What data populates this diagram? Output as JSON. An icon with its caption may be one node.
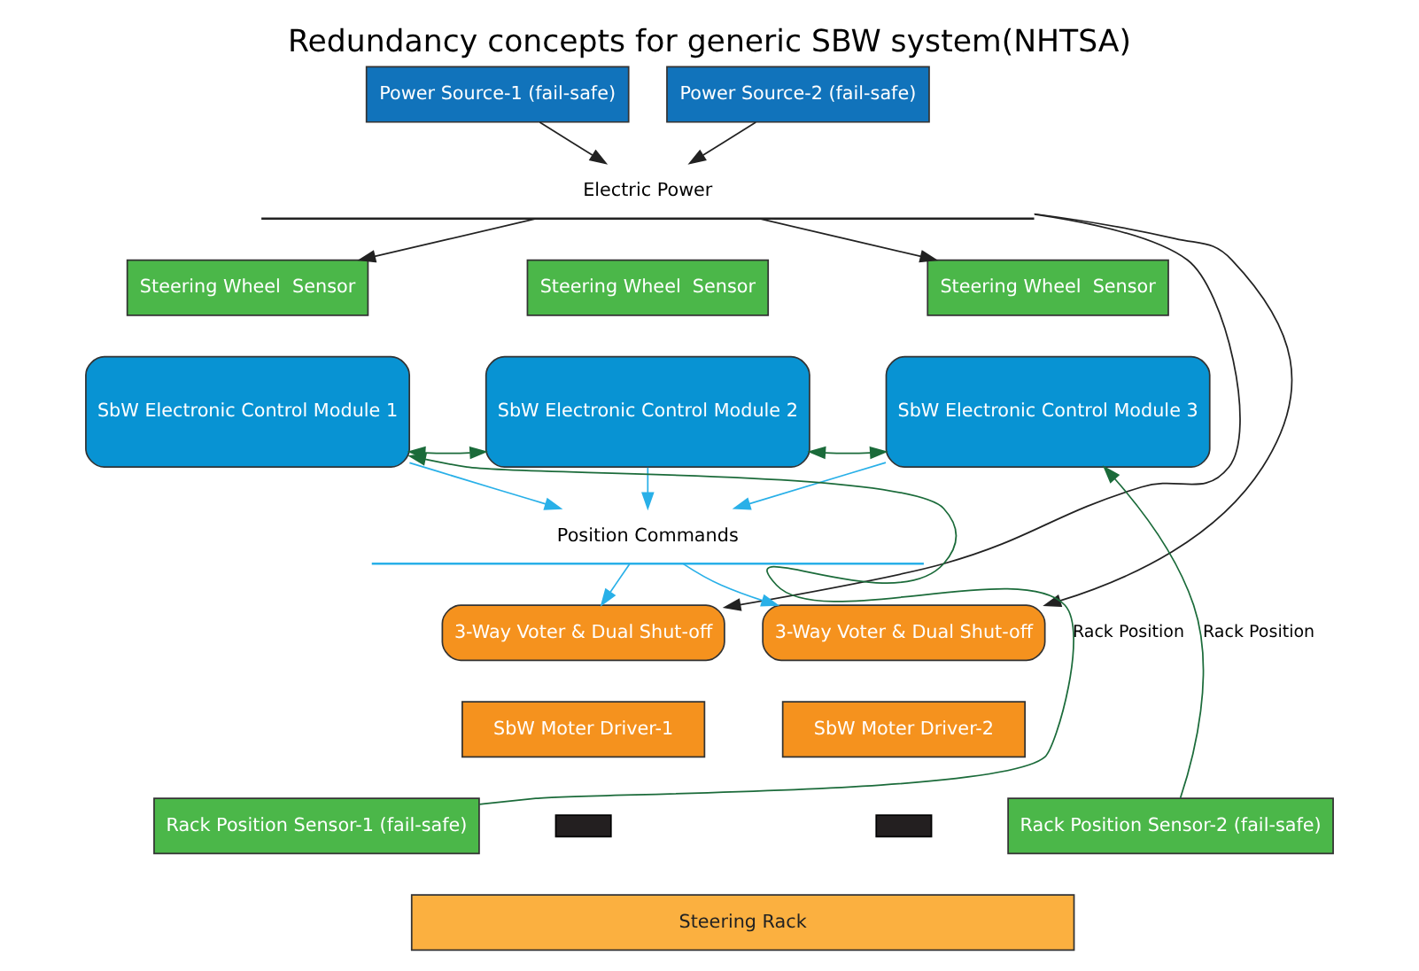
{
  "diagram": {
    "title": "Redundancy concepts for generic SBW system(NHTSA)",
    "nodes": [
      {
        "text": [
          "Power Source-1 (fail-safe)"
        ]
      },
      {
        "text": [
          "Power Source-2 (fail-safe)"
        ]
      },
      {
        "text": [
          "Electric Power"
        ]
      },
      {
        "text": [
          "Steering Wheel  Sensor"
        ]
      },
      {
        "text": [
          "Steering Wheel  Sensor"
        ]
      },
      {
        "text": [
          "Steering Wheel  Sensor"
        ]
      },
      {
        "text": [
          "SbW Electronic Control Module 1"
        ]
      },
      {
        "text": [
          "SbW Electronic Control Module 2"
        ]
      },
      {
        "text": [
          "SbW Electronic Control Module 3"
        ]
      },
      {
        "text": [
          "Position Commands"
        ]
      },
      {
        "text": [
          "3-Way Voter & Dual Shut-off"
        ]
      },
      {
        "text": [
          "3-Way Voter & Dual Shut-off"
        ]
      },
      {
        "text": [
          "SbW Moter Driver-1"
        ]
      },
      {
        "text": [
          "SbW Moter Driver-2"
        ]
      },
      {
        "text": [],
        "shape": "bar"
      },
      {
        "text": [],
        "shape": "bar"
      },
      {
        "text": [
          "Rack Position Sensor-1 (fail-safe)"
        ]
      },
      {
        "text": [
          "Rack Position Sensor-2 (fail-safe)"
        ]
      },
      {
        "text": [
          "Steering Rack"
        ]
      }
    ],
    "edges": [
      {
        "from": 0,
        "to": 2,
        "arrow": "to"
      },
      {
        "from": 1,
        "to": 2,
        "arrow": "to"
      },
      {
        "from": 2,
        "to": 3,
        "arrow": "to"
      },
      {
        "from": 2,
        "to": 5,
        "arrow": "to"
      },
      {
        "from": 2,
        "to": 10,
        "arrow": "to"
      },
      {
        "from": 2,
        "to": 11,
        "arrow": "to"
      },
      {
        "from": 6,
        "to": 7,
        "arrow": "both",
        "color": "#1b6b3a"
      },
      {
        "from": 7,
        "to": 8,
        "arrow": "both",
        "color": "#1b6b3a"
      },
      {
        "from": 6,
        "to": 9,
        "arrow": "to",
        "color": "#29b0e8"
      },
      {
        "from": 7,
        "to": 9,
        "arrow": "to",
        "color": "#29b0e8"
      },
      {
        "from": 8,
        "to": 9,
        "arrow": "to",
        "color": "#29b0e8"
      },
      {
        "from": 9,
        "to": 10,
        "arrow": "to",
        "color": "#29b0e8"
      },
      {
        "from": 9,
        "to": 11,
        "arrow": "to",
        "color": "#29b0e8"
      },
      {
        "from": 16,
        "to": 6,
        "arrow": "to",
        "color": "#1b6b3a",
        "label": "Rack Position"
      },
      {
        "from": 17,
        "to": 8,
        "arrow": "to",
        "color": "#1b6b3a",
        "label": "Rack Position"
      }
    ]
  }
}
